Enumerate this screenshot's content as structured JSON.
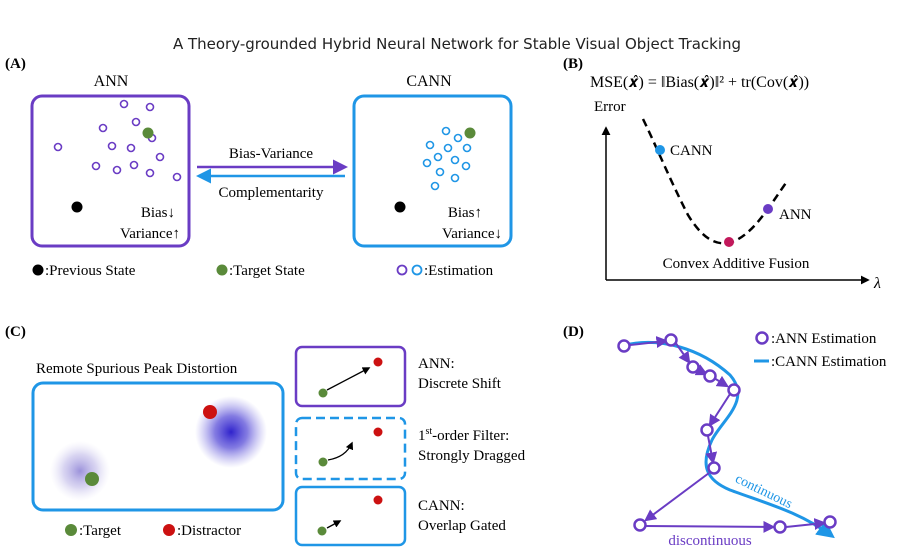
{
  "title": "A Theory-grounded Hybrid Neural Network for Stable Visual Object Tracking",
  "colors": {
    "purple": "#6a3cc4",
    "blue": "#1f96e6",
    "green": "#5a8a3a",
    "red": "#cc1111",
    "magenta": "#c2185b",
    "black": "#000000",
    "peak_purple": "#3f2fd0",
    "target_purple": "#9a8fd8"
  },
  "panel_a": {
    "label": "(A)",
    "ann_title": "ANN",
    "cann_title": "CANN",
    "ann_bias": "Bias↓",
    "ann_variance": "Variance↑",
    "cann_bias": "Bias↑",
    "cann_variance": "Variance↓",
    "arrow_top": "Bias-Variance",
    "arrow_bottom": "Complementarity",
    "legend_prev": ":Previous State",
    "legend_target": ":Target State",
    "legend_est": ":Estimation"
  },
  "panel_b": {
    "label": "(B)",
    "formula": "MSE(𝒙̂) = ‖Bias(𝒙̂)‖² + tr(Cov(𝒙̂))",
    "ylabel": "Error",
    "xlabel": "λ",
    "cann_label": "CANN",
    "ann_label": "ANN",
    "fusion_label": "Convex Additive Fusion"
  },
  "panel_c": {
    "label": "(C)",
    "title": "Remote Spurious Peak Distortion",
    "legend_target": ":Target",
    "legend_distractor": ":Distractor",
    "ann_line1": "ANN:",
    "ann_line2": "Discrete Shift",
    "filter_line1_pre": "1",
    "filter_line1_sup": "st",
    "filter_line1_post": "-order Filter:",
    "filter_line2": "Strongly Dragged",
    "cann_line1": "CANN:",
    "cann_line2": "Overlap Gated"
  },
  "panel_d": {
    "label": "(D)",
    "legend_ann": ":ANN Estimation",
    "legend_cann": ":CANN Estimation",
    "continuous": "continuous",
    "discontinuous": "discontinuous"
  }
}
